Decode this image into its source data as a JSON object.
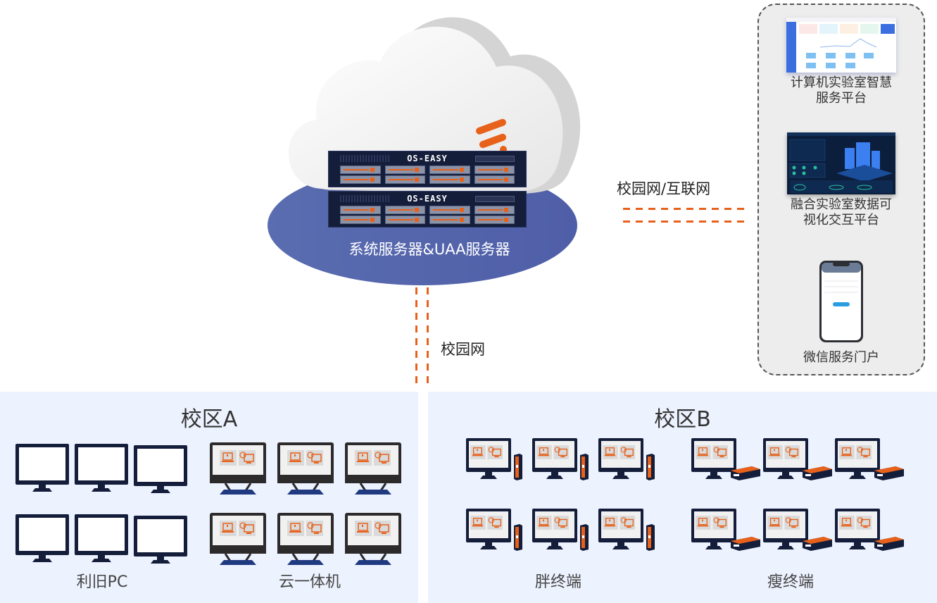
{
  "cloud": {
    "server_brand": "OS-EASY",
    "caption": "系统服务器&UAA服务器",
    "servers": 2
  },
  "links": {
    "internet_label": "校园网/互联网",
    "campus_label": "校园网",
    "line_color": "#e8611b"
  },
  "platforms": {
    "items": [
      {
        "caption_line1": "计算机实验室智慧",
        "caption_line2": "服务平台",
        "thumb": "dashboard-screenshot"
      },
      {
        "caption_line1": "融合实验室数据可",
        "caption_line2": "视化交互平台",
        "thumb": "data-visualization-screenshot"
      },
      {
        "caption_line1": "微信服务门户",
        "caption_line2": "",
        "thumb": "mobile-phone-screenshot"
      }
    ]
  },
  "campus_a": {
    "title": "校区A",
    "groups": [
      {
        "label": "利旧PC",
        "device": "legacy-pc-monitor-icon",
        "count": 6
      },
      {
        "label": "云一体机",
        "device": "all-in-one-icon",
        "count": 6
      }
    ]
  },
  "campus_b": {
    "title": "校区B",
    "groups": [
      {
        "label": "胖终端",
        "device": "fat-terminal-icon",
        "count": 6
      },
      {
        "label": "瘦终端",
        "device": "thin-terminal-icon",
        "count": 6
      }
    ]
  },
  "colors": {
    "accent": "#e8611b",
    "navy": "#141d3a",
    "ellipse": "#5566aa",
    "campus_bg": "#ecf2fe",
    "panel_bg": "#ededed"
  }
}
